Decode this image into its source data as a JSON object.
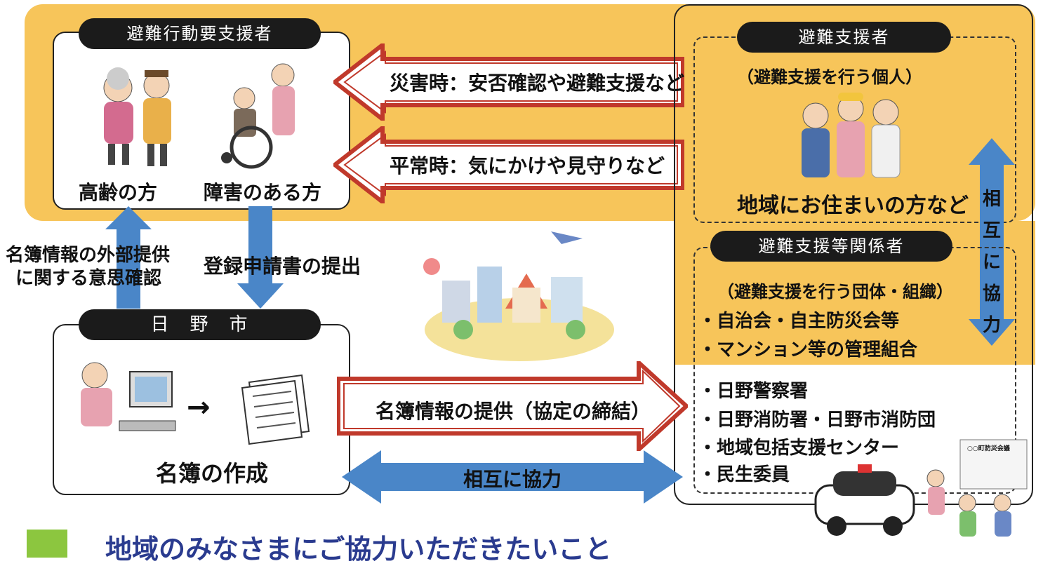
{
  "colors": {
    "band": "#f7c55a",
    "arrow_red": "#c0392b",
    "arrow_blue": "#4a86c8",
    "pill": "#1b1b1b"
  },
  "left_top": {
    "title": "避難行動要支援者",
    "elderly_label": "高齢の方",
    "disabled_label": "障害のある方",
    "elderly_icon": "elderly-couple-icon",
    "disabled_icon": "wheelchair-user-icon"
  },
  "arrows": {
    "disaster": "災害時：安否確認や避難支援など",
    "normal": "平常時：気にかけや見守りなど",
    "provide": "名簿情報の提供（協定の締結）",
    "cooperate": "相互に協力",
    "cooperate_vertical": [
      "相",
      "互",
      "に",
      "協",
      "力"
    ]
  },
  "vertical_labels": {
    "consent": [
      "名簿情報の外部提供",
      "に関する意思確認"
    ],
    "application": "登録申請書の提出"
  },
  "city": {
    "title": "日　野　市",
    "caption": "名簿の作成",
    "computer_icon": "person-at-computer-icon",
    "documents_icon": "document-stack-icon",
    "right_arrow": "→"
  },
  "supporters": {
    "title": "避難支援者",
    "subtitle": "（避難支援を行う個人）",
    "caption": "地域にお住まいの方など",
    "icon": "community-people-icon"
  },
  "stakeholders": {
    "title": "避難支援等関係者",
    "subtitle": "（避難支援を行う団体・組織）",
    "items_yellow": [
      "・自治会・自主防災会等",
      "・マンション等の管理組合"
    ],
    "items_white": [
      "・日野警察署",
      "・日野消防署・日野市消防団",
      "・地域包括支援センター",
      "・民生委員"
    ],
    "meeting_sign": "○○町防災会議"
  },
  "illustrations": {
    "town": "town-globe-icon",
    "police": "police-car-icon",
    "meeting": "community-meeting-icon"
  },
  "footer": {
    "text": "地域のみなさまにご協力いただきたいこと"
  }
}
